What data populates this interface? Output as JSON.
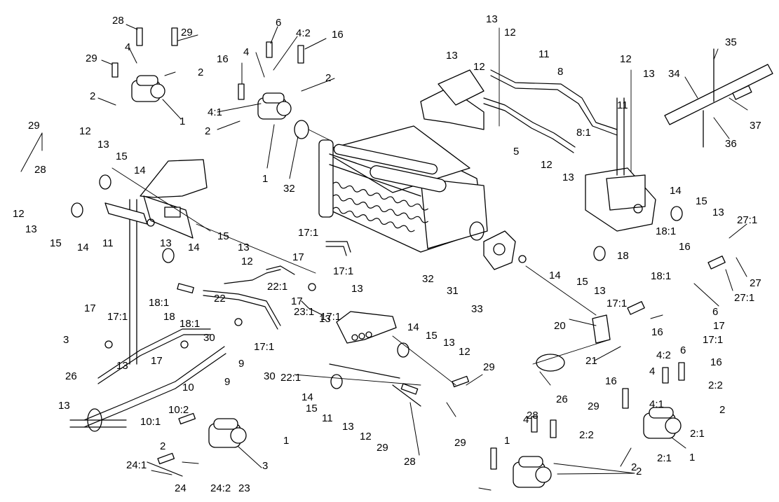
{
  "diagram": {
    "line_color": "#000000",
    "background": "#ffffff",
    "callouts": [
      "28",
      "29",
      "4",
      "29",
      "2",
      "2",
      "1",
      "6",
      "4:2",
      "16",
      "4",
      "16",
      "2",
      "4:1",
      "2",
      "1",
      "32",
      "13",
      "12",
      "11",
      "13",
      "12",
      "12",
      "13",
      "8",
      "11",
      "8:1",
      "5",
      "12",
      "13",
      "35",
      "34",
      "37",
      "36",
      "29",
      "12",
      "13",
      "15",
      "14",
      "28",
      "12",
      "13",
      "15",
      "14",
      "11",
      "13",
      "14",
      "15",
      "13",
      "12",
      "18:1",
      "18",
      "18:1",
      "17",
      "17:1",
      "17:1",
      "17:1",
      "17",
      "3",
      "26",
      "13",
      "13",
      "17",
      "30",
      "9",
      "10:2",
      "10",
      "9",
      "30",
      "10:1",
      "2",
      "1",
      "3",
      "24:1",
      "24",
      "24:2",
      "23",
      "22:1",
      "22",
      "17:1",
      "23:1",
      "17",
      "17:1",
      "13",
      "13",
      "22:1",
      "14",
      "15",
      "13",
      "12",
      "29",
      "14",
      "15",
      "11",
      "13",
      "12",
      "29",
      "28",
      "32",
      "31",
      "33",
      "14",
      "15",
      "13",
      "27:1",
      "18:1",
      "18",
      "14",
      "15",
      "13",
      "18:1",
      "16",
      "27",
      "27:1",
      "6",
      "17:1",
      "17",
      "20",
      "16",
      "17:1",
      "21",
      "26",
      "16",
      "6",
      "4:2",
      "4",
      "16",
      "2:2",
      "4:1",
      "2",
      "28",
      "29",
      "4",
      "29",
      "1",
      "2:2",
      "2:1",
      "2:1",
      "1",
      "2",
      "2"
    ]
  }
}
